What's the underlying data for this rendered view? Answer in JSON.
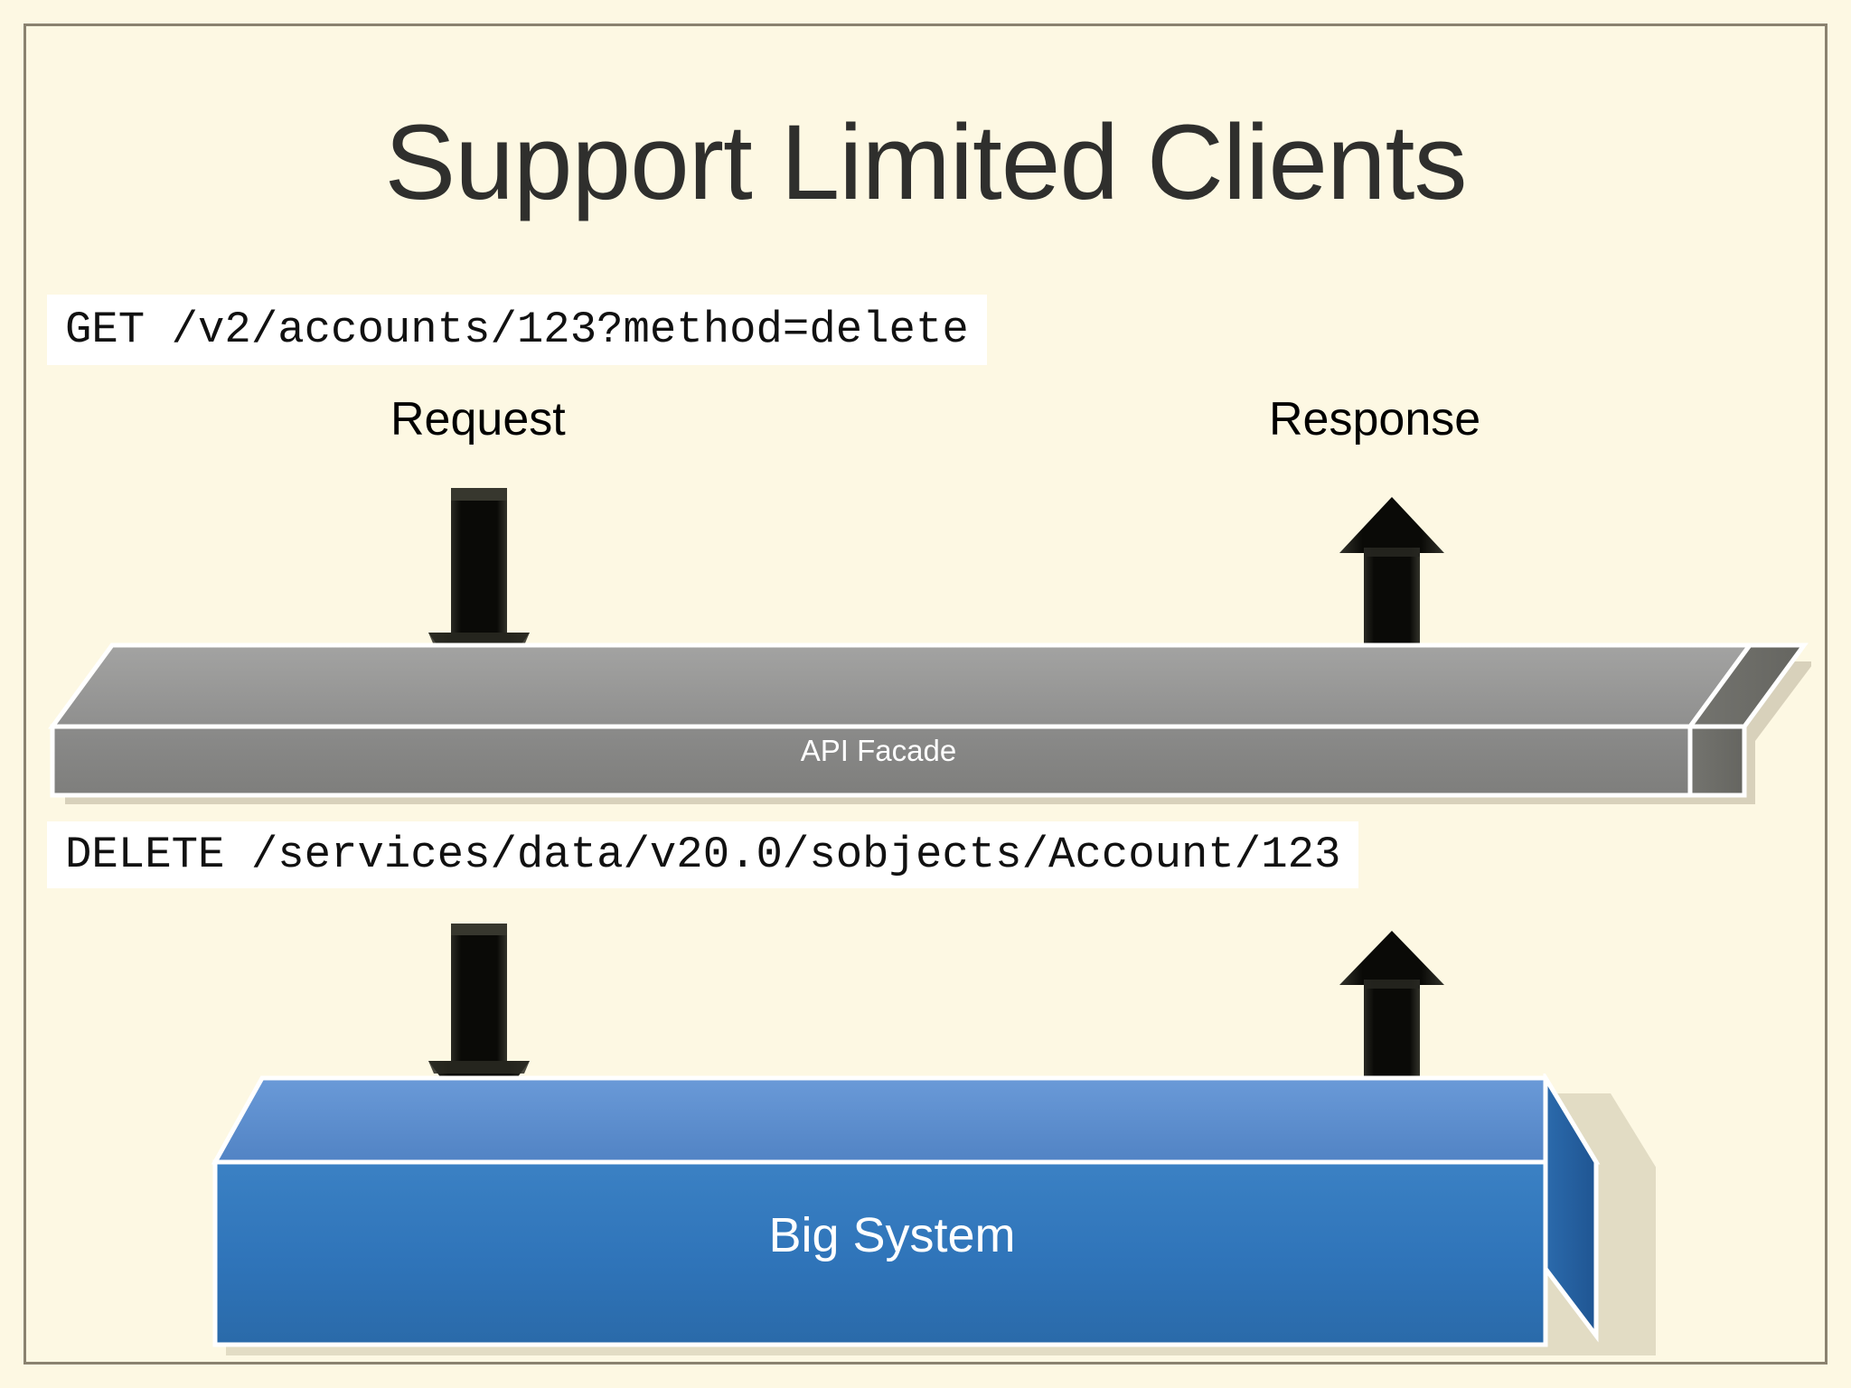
{
  "slide": {
    "title": "Support Limited Clients",
    "background_color": "#fdf8e3",
    "border_color": "#8a8270"
  },
  "code_blocks": [
    {
      "id": "request",
      "text": "GET /v2/accounts/123?method=delete",
      "background_color": "#ffffff",
      "text_color": "#111111"
    },
    {
      "id": "backend",
      "text": "DELETE /services/data/v20.0/sobjects/Account/123",
      "background_color": "#ffffff",
      "text_color": "#111111"
    }
  ],
  "flow_labels": {
    "request": "Request",
    "response": "Response"
  },
  "arrows": [
    {
      "id": "request-arrow",
      "direction": "down",
      "color": "#0b0b08"
    },
    {
      "id": "response-arrow",
      "direction": "up",
      "color": "#0b0b08"
    },
    {
      "id": "delete-arrow",
      "direction": "down",
      "color": "#0b0b08"
    },
    {
      "id": "return-arrow",
      "direction": "up",
      "color": "#0b0b08"
    }
  ],
  "nodes": {
    "facade": {
      "label": "API Facade",
      "top_color": "#9a9a9a",
      "front_color": "#848483",
      "side_color": "#6e6e6c",
      "edge_color": "#ffffff",
      "label_color": "#ffffff"
    },
    "big_system": {
      "label": "Big System",
      "top_color": "#5b8fce",
      "front_color": "#2e73b8",
      "side_color": "#215d9c",
      "edge_color": "#ffffff",
      "label_color": "#ffffff"
    }
  }
}
